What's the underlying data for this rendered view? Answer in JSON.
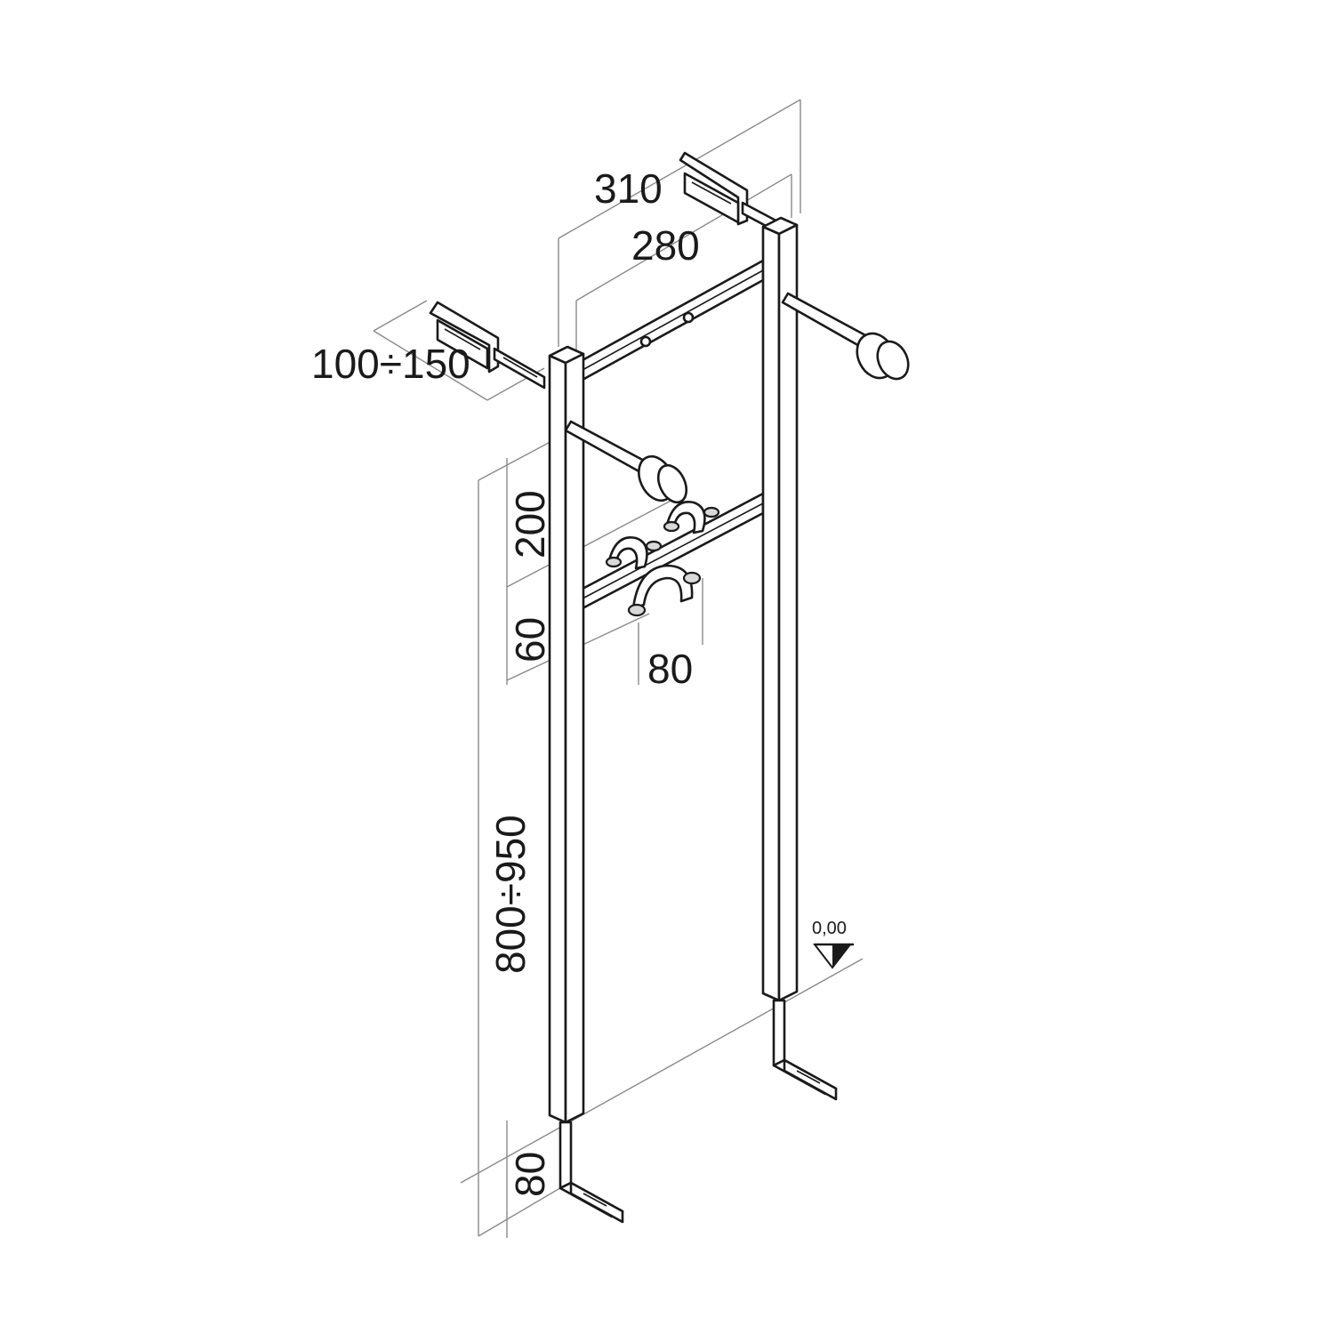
{
  "dimensions": {
    "depth_outer": "310",
    "depth_inner": "280",
    "bracket_adjust": "100÷150",
    "pipe_spacing": "200",
    "clamp_offset": "60",
    "drain_clamp_offset": "80",
    "frame_height": "800÷950",
    "foot_height": "80"
  },
  "level_mark": "0,00"
}
